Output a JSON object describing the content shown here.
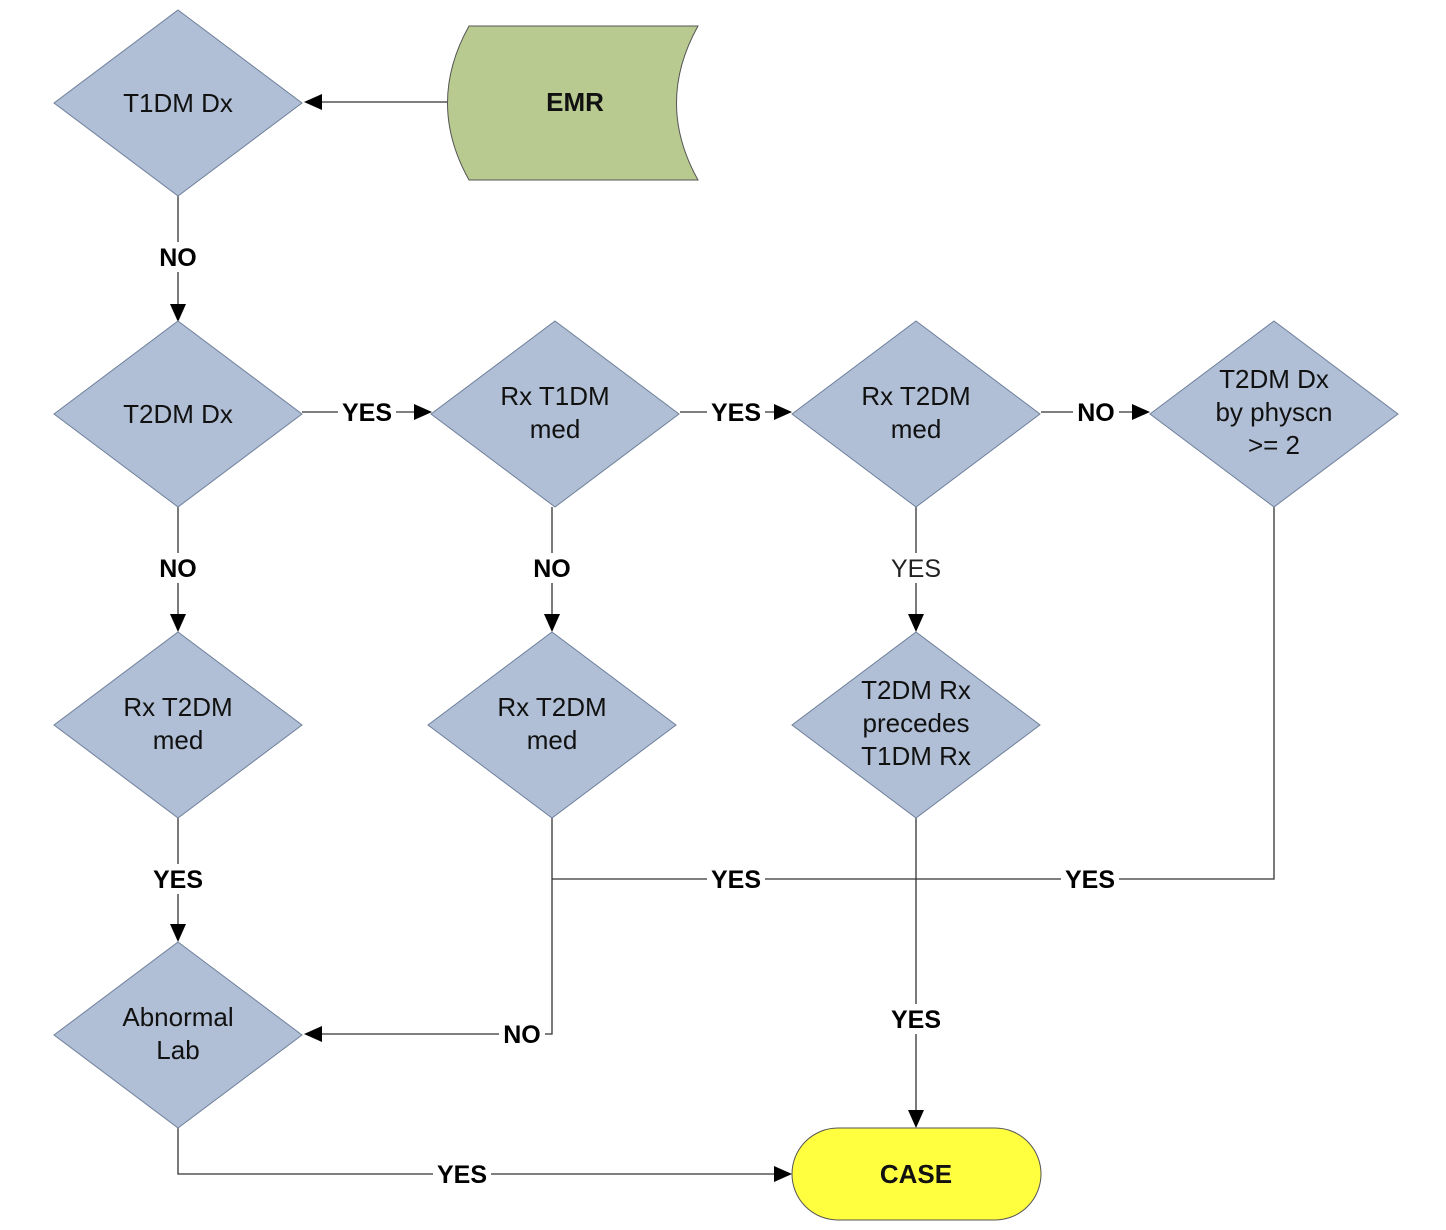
{
  "nodes": {
    "emr": {
      "lines": [
        "EMR"
      ]
    },
    "t1dm_dx": {
      "lines": [
        "T1DM Dx"
      ]
    },
    "t2dm_dx": {
      "lines": [
        "T2DM Dx"
      ]
    },
    "rx_t1dm_med": {
      "lines": [
        "Rx T1DM",
        "med"
      ]
    },
    "rx_t2dm_med_top": {
      "lines": [
        "Rx T2DM",
        "med"
      ]
    },
    "t2dm_dx_physcn": {
      "lines": [
        "T2DM Dx",
        "by physcn",
        ">= 2"
      ]
    },
    "rx_t2dm_med_left": {
      "lines": [
        "Rx T2DM",
        "med"
      ]
    },
    "rx_t2dm_med_mid": {
      "lines": [
        "Rx T2DM",
        "med"
      ]
    },
    "t2dm_rx_precedes": {
      "lines": [
        "T2DM Rx",
        "precedes",
        "T1DM Rx"
      ]
    },
    "abnormal_lab": {
      "lines": [
        "Abnormal",
        "Lab"
      ]
    },
    "case": {
      "lines": [
        "CASE"
      ]
    }
  },
  "edges": {
    "emr_to_t1dm": "",
    "t1dm_to_t2dm": "NO",
    "t2dm_to_rxt1dm": "YES",
    "rxt1dm_to_rxt2dm": "YES",
    "rxt2dm_to_physcn": "NO",
    "t2dm_to_rxt2dm_left": "NO",
    "rxt1dm_to_rxt2dm_mid": "NO",
    "rxt2dm_to_precedes": "YES",
    "rxt2dm_left_to_lab": "YES",
    "merge_mid_yes": "YES",
    "merge_right_yes": "YES",
    "rxt2dm_mid_to_lab": "NO",
    "precedes_to_case": "YES",
    "lab_to_case": "YES"
  }
}
